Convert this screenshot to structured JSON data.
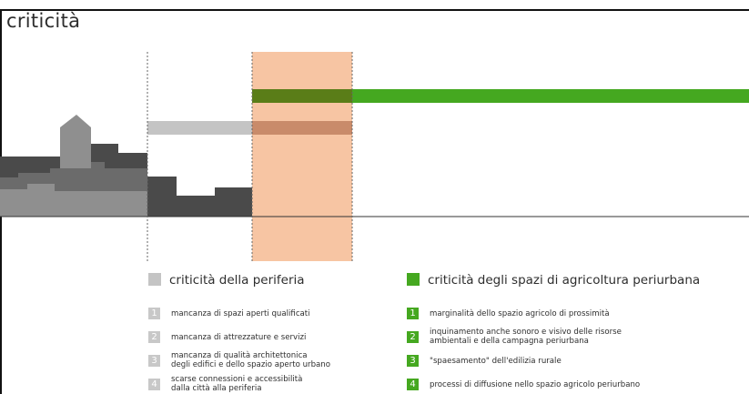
{
  "title": "criticità",
  "colors": {
    "city_dark": "#4a4a4a",
    "city_mid": "#6b6b6b",
    "city_light": "#8f8f8f",
    "periphery_bar": "#c4c4c4",
    "band_fill": "#f7c5a3",
    "overlap_bar": "#c98b6a",
    "green_bar": "#45a820",
    "green_overlap": "#5a7d18",
    "ground_line": "#333333"
  },
  "legend": {
    "periphery": {
      "heading": "criticità della periferia",
      "items": [
        {
          "num": "1",
          "text": "mancanza di spazi aperti qualificati"
        },
        {
          "num": "2",
          "text": "mancanza di attrezzature e servizi"
        },
        {
          "num": "3",
          "text": "mancanza di qualità architettonica\ndegli edifici e dello spazio aperto urbano"
        },
        {
          "num": "4",
          "text": "scarse connessioni e accessibilità\ndalla città alla periferia"
        }
      ]
    },
    "agriculture": {
      "heading": "criticità degli spazi di agricoltura periurbana",
      "items": [
        {
          "num": "1",
          "text": "marginalità dello spazio agricolo di prossimità"
        },
        {
          "num": "2",
          "text": "inquinamento anche sonoro e visivo delle risorse\nambientali e della campagna periurbana"
        },
        {
          "num": "3",
          "text": "\"spaesamento\" dell'edilizia rurale"
        },
        {
          "num": "4",
          "text": "processi di diffusione nello spazio agricolo periurbano"
        }
      ]
    }
  }
}
